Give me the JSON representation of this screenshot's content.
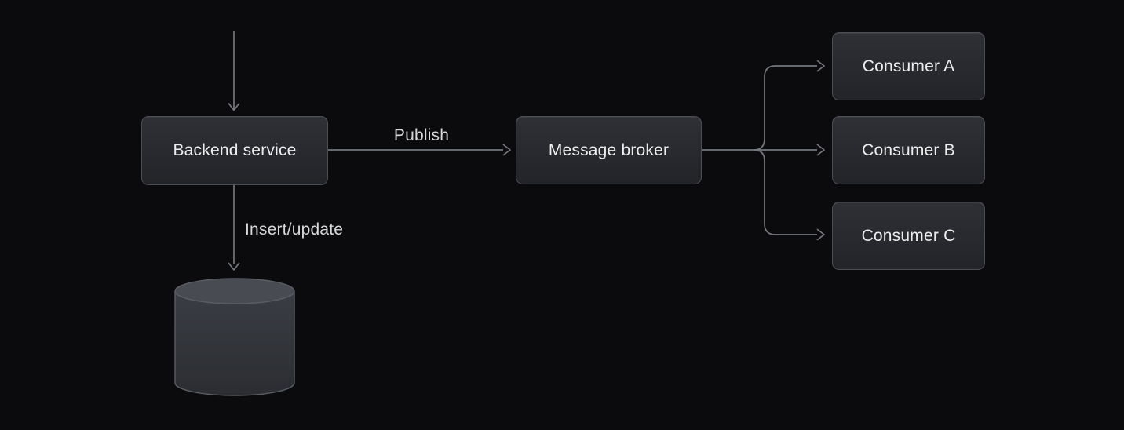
{
  "diagram": {
    "colors": {
      "background": "#0b0b0d",
      "line": "#74777c",
      "box_fill_top": "#2e3036",
      "box_fill_bottom": "#232428",
      "box_border": "#4a4d53",
      "box_text": "#eceded",
      "label_text": "#d7d8da",
      "cylinder_top": "#484b52",
      "cylinder_body_top": "#3a3d43",
      "cylinder_body_bottom": "#2b2d32",
      "cylinder_stroke": "#5a5d64"
    },
    "nodes": {
      "backend_service": "Backend service",
      "message_broker": "Message broker",
      "consumer_a": "Consumer A",
      "consumer_b": "Consumer B",
      "consumer_c": "Consumer C"
    },
    "edge_labels": {
      "publish": "Publish",
      "insert_update": "Insert/update"
    },
    "icons": {
      "database": "cylinder"
    }
  }
}
